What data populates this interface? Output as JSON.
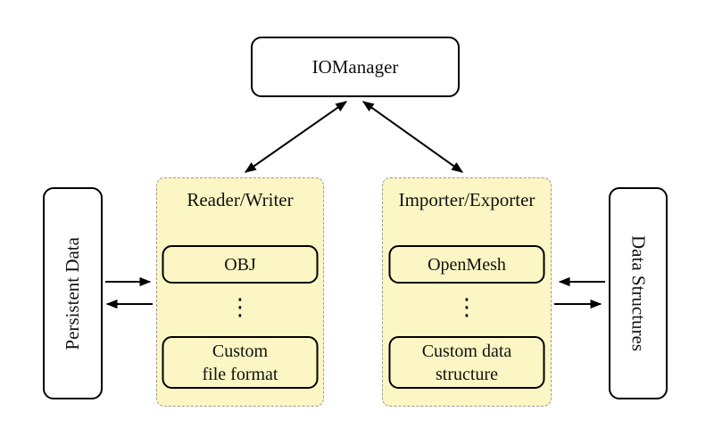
{
  "nodes": {
    "iomanager": {
      "label": "IOManager"
    },
    "persistent_data": {
      "label": "Persistent Data"
    },
    "data_structures": {
      "label": "Data Structures"
    }
  },
  "groups": {
    "reader_writer": {
      "label": "Reader/Writer",
      "item_top": "OBJ",
      "ellipsis": "⋮",
      "item_bottom_line1": "Custom",
      "item_bottom_line2": "file format"
    },
    "importer_exporter": {
      "label": "Importer/Exporter",
      "item_top": "OpenMesh",
      "ellipsis": "⋮",
      "item_bottom_line1": "Custom data",
      "item_bottom_line2": "structure"
    }
  },
  "edges": [
    {
      "from": "IOManager",
      "to": "Reader/Writer",
      "style": "double-headed"
    },
    {
      "from": "IOManager",
      "to": "Importer/Exporter",
      "style": "double-headed"
    },
    {
      "from": "Persistent Data",
      "to": "Reader/Writer",
      "style": "single"
    },
    {
      "from": "Reader/Writer",
      "to": "Persistent Data",
      "style": "single"
    },
    {
      "from": "Data Structures",
      "to": "Importer/Exporter",
      "style": "single"
    },
    {
      "from": "Importer/Exporter",
      "to": "Data Structures",
      "style": "single"
    }
  ],
  "colors": {
    "background": "#ffffff",
    "group_fill": "#FBF6C3",
    "group_border": "#999999",
    "node_fill": "#ffffff",
    "line": "#000000"
  }
}
